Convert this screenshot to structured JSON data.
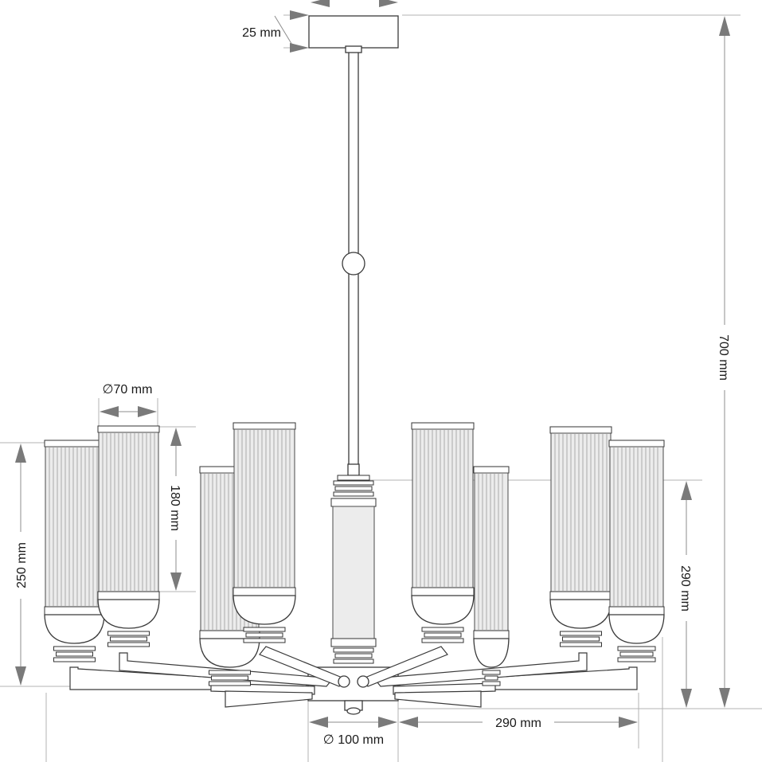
{
  "dimensions": {
    "canopy_height": "25 mm",
    "total_height": "700 mm",
    "shade_diameter": "∅70 mm",
    "shade_height": "180 mm",
    "arm_height": "250 mm",
    "lamp_height": "290 mm",
    "center_diameter": "∅ 100 mm",
    "arm_reach": "290 mm"
  },
  "colors": {
    "line": "#3a3a3a",
    "dimension": "#8c8c8c",
    "glass": "#ececec"
  }
}
